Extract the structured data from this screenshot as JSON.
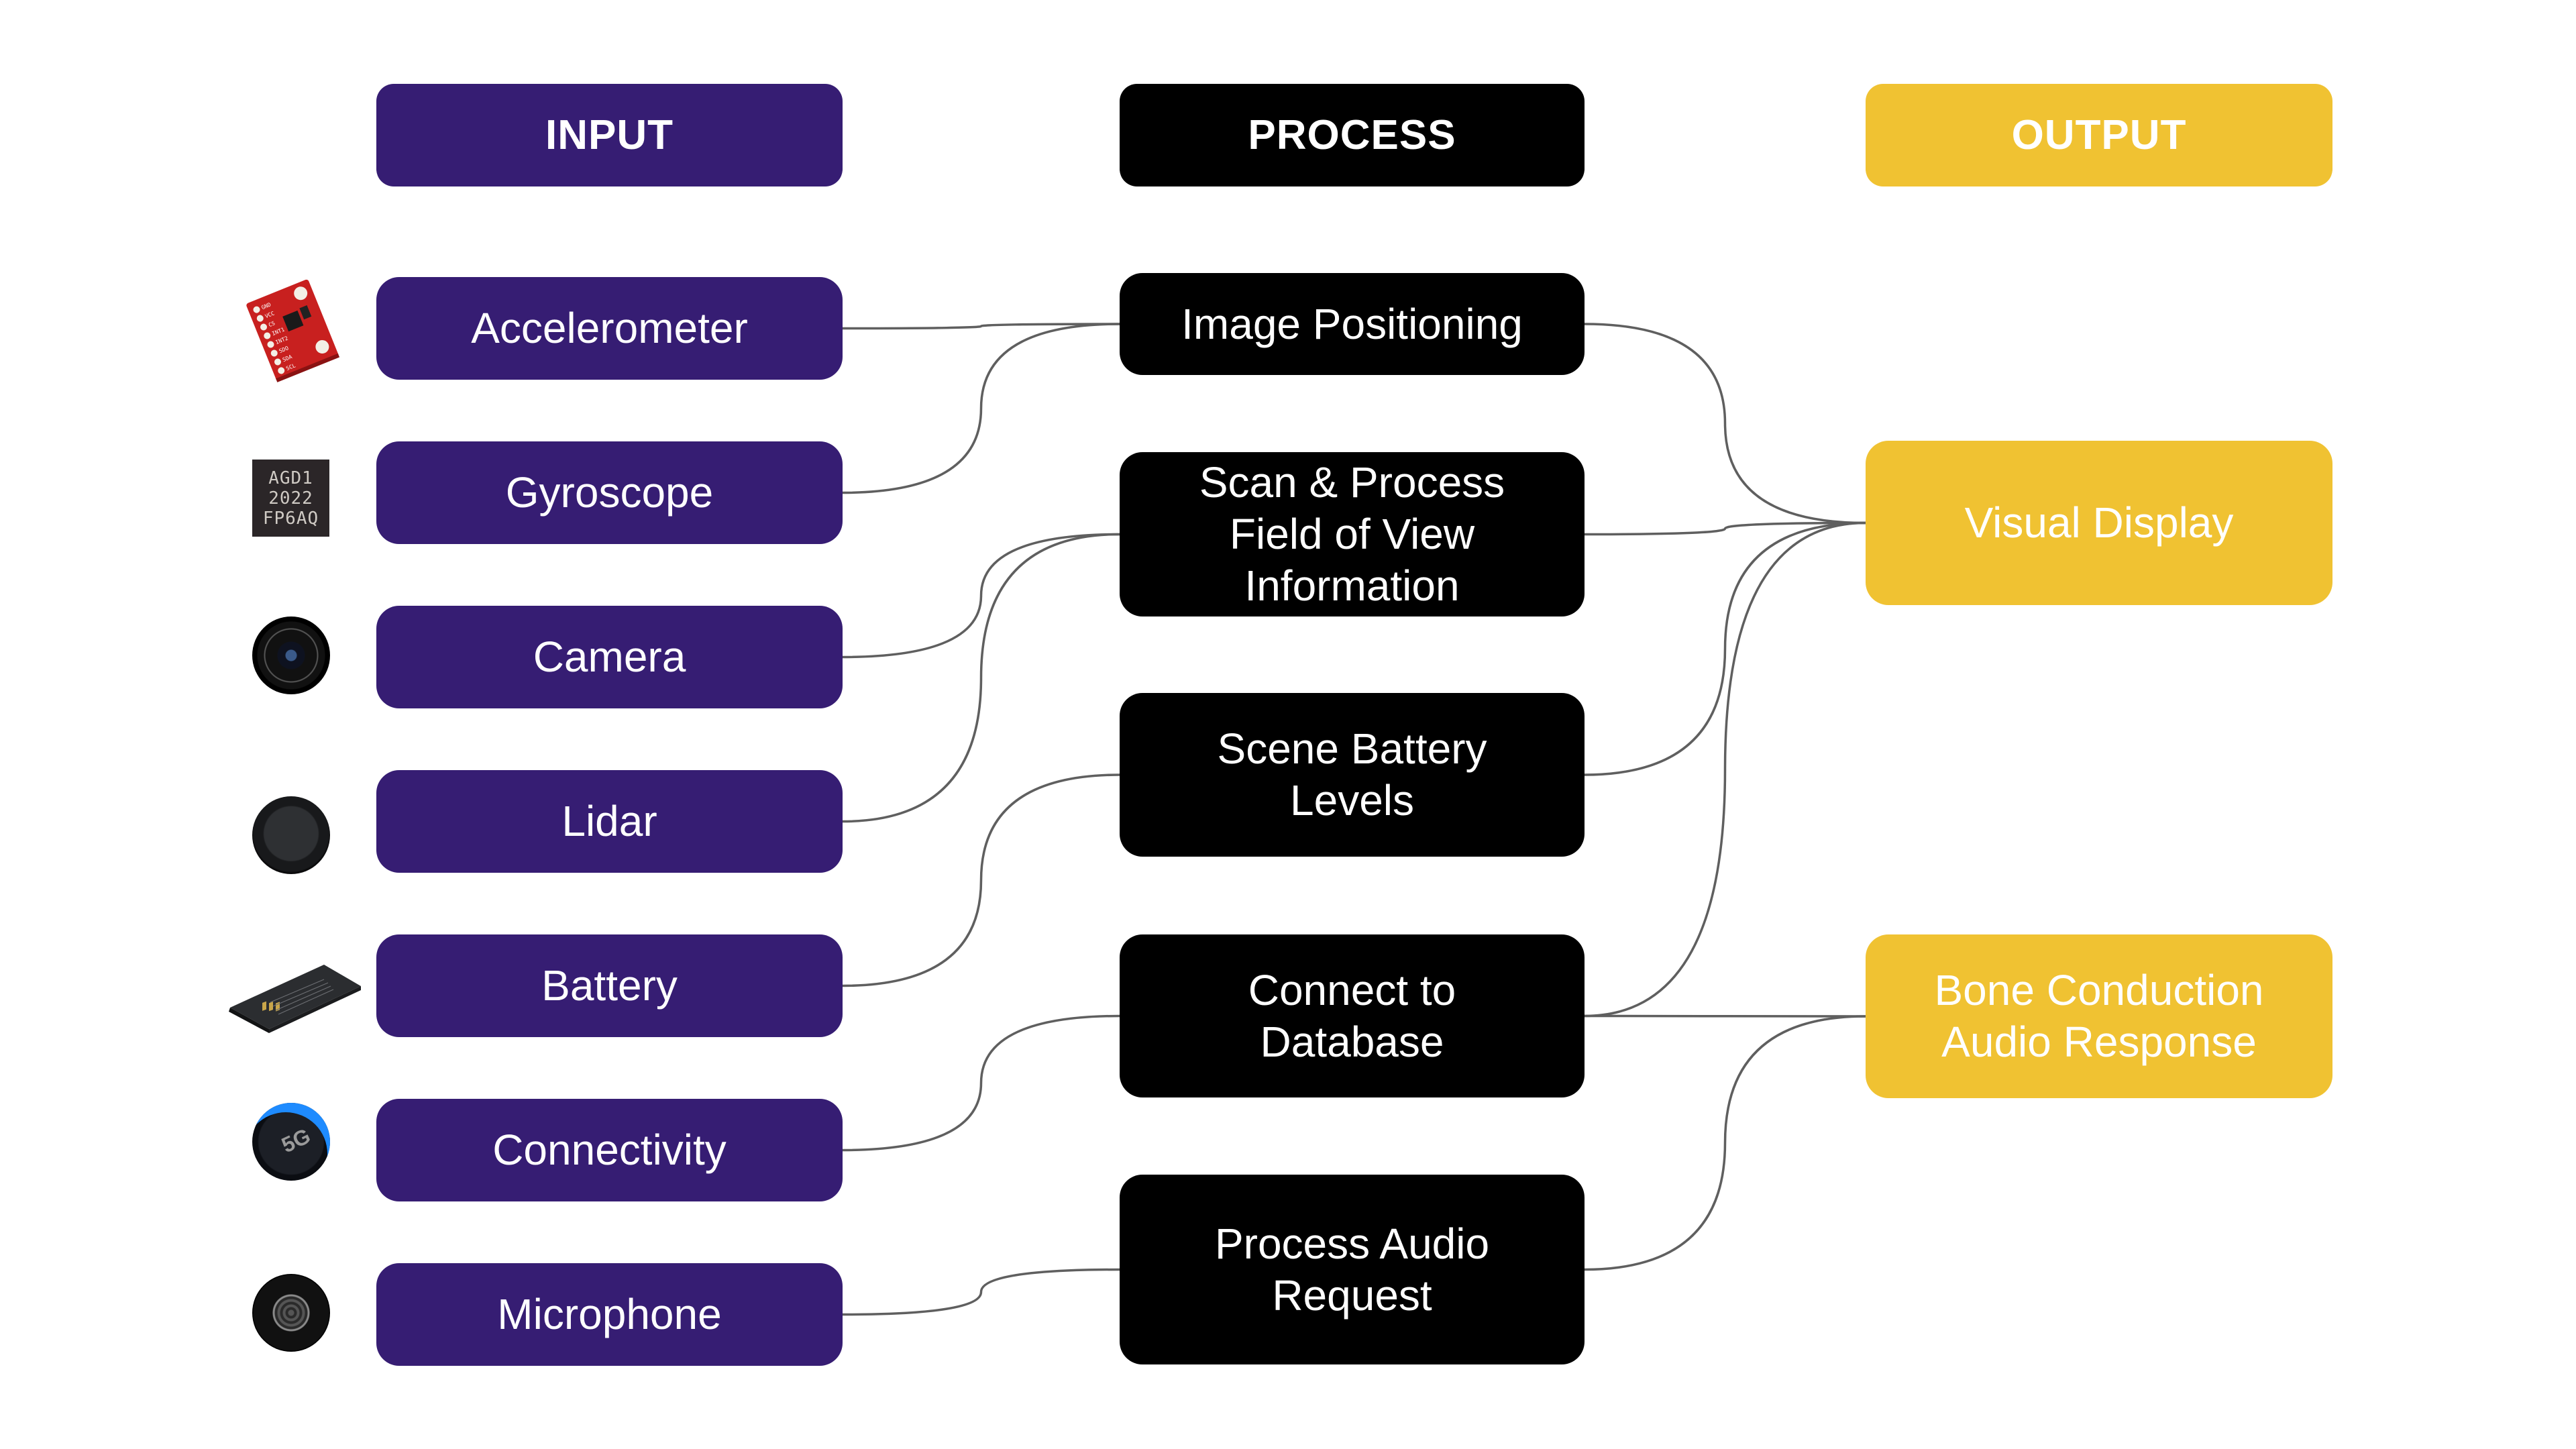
{
  "headers": {
    "input": "INPUT",
    "process": "PROCESS",
    "output": "OUTPUT"
  },
  "colors": {
    "input": "#361d73",
    "process": "#000000",
    "output": "#f0c232",
    "connector": "#5f5f5f",
    "text": "#ffffff"
  },
  "inputs": [
    {
      "id": "accelerometer",
      "label": "Accelerometer",
      "icon": "accelerometer-board-icon"
    },
    {
      "id": "gyroscope",
      "label": "Gyroscope",
      "icon": "gyroscope-chip-icon",
      "chip_text": [
        "AGD1",
        "2022",
        "FP6AQ"
      ]
    },
    {
      "id": "camera",
      "label": "Camera",
      "icon": "camera-lens-icon"
    },
    {
      "id": "lidar",
      "label": "Lidar",
      "icon": "lidar-sensor-icon"
    },
    {
      "id": "battery",
      "label": "Battery",
      "icon": "battery-icon"
    },
    {
      "id": "connectivity",
      "label": "Connectivity",
      "icon": "5g-chip-icon",
      "chip_text": "5G"
    },
    {
      "id": "microphone",
      "label": "Microphone",
      "icon": "microphone-icon"
    }
  ],
  "processes": [
    {
      "id": "image-positioning",
      "label": "Image Positioning"
    },
    {
      "id": "scan-process-fov",
      "label": "Scan & Process\nField of View\nInformation"
    },
    {
      "id": "scene-battery-levels",
      "label": "Scene Battery\nLevels"
    },
    {
      "id": "connect-database",
      "label": "Connect to\nDatabase"
    },
    {
      "id": "process-audio-request",
      "label": "Process Audio\nRequest"
    }
  ],
  "outputs": [
    {
      "id": "visual-display",
      "label": "Visual Display"
    },
    {
      "id": "bone-conduction",
      "label": "Bone Conduction\nAudio Response"
    }
  ],
  "connections": [
    {
      "from": "accelerometer",
      "to": "image-positioning"
    },
    {
      "from": "gyroscope",
      "to": "image-positioning"
    },
    {
      "from": "camera",
      "to": "scan-process-fov"
    },
    {
      "from": "lidar",
      "to": "scan-process-fov"
    },
    {
      "from": "battery",
      "to": "scene-battery-levels"
    },
    {
      "from": "connectivity",
      "to": "connect-database"
    },
    {
      "from": "microphone",
      "to": "process-audio-request"
    },
    {
      "from": "image-positioning",
      "to": "visual-display"
    },
    {
      "from": "scan-process-fov",
      "to": "visual-display"
    },
    {
      "from": "scene-battery-levels",
      "to": "visual-display"
    },
    {
      "from": "connect-database",
      "to": "visual-display"
    },
    {
      "from": "connect-database",
      "to": "bone-conduction"
    },
    {
      "from": "process-audio-request",
      "to": "bone-conduction"
    }
  ]
}
